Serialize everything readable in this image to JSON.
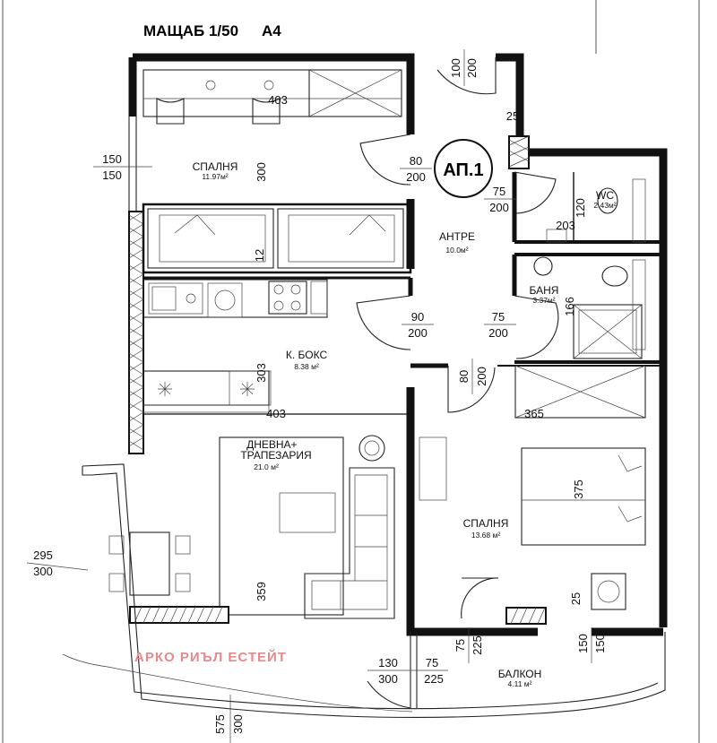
{
  "header": {
    "scale": "МАЩАБ 1/50",
    "sheet": "A4"
  },
  "apartment": {
    "label": "АП.1"
  },
  "rooms": {
    "bedroom1": {
      "name": "СПАЛНЯ",
      "area": "11.97м²"
    },
    "hall": {
      "name": "АНТРЕ",
      "area": "10.0м²"
    },
    "wc": {
      "name": "WC",
      "area": "2.43м²"
    },
    "bath": {
      "name": "БАНЯ",
      "area": "3.37м²"
    },
    "kitchen": {
      "name": "К. БОКС",
      "area": "8.38 м²"
    },
    "living": {
      "name": "ДНЕВНА+\nТРАПЕЗАРИЯ",
      "area": "21.0 м²"
    },
    "bedroom2": {
      "name": "СПАЛНЯ",
      "area": "13.68 м²"
    },
    "balcony": {
      "name": "БАЛКОН",
      "area": "4.11 м²"
    }
  },
  "dimensions": {
    "bed1_width": "403",
    "bed1_height": "300",
    "bed1_wardrobe": "12",
    "win1_w": "150",
    "win1_h": "150",
    "entry_w": "100",
    "entry_h": "200",
    "wall_25": "25",
    "door_bed1_w": "80",
    "door_bed1_h": "200",
    "door_wc_w": "75",
    "door_wc_h": "200",
    "wc_120": "120",
    "wc_203": "203",
    "bath_166": "166",
    "door_bath_w": "75",
    "door_bath_h": "200",
    "door_kit_w": "90",
    "door_kit_h": "200",
    "kit_303": "303",
    "kit_403": "403",
    "door_bed2_w": "80",
    "door_bed2_h": "200",
    "bed2_365": "365",
    "bed2_375": "375",
    "bed2_25": "25",
    "living_359": "359",
    "win_liv_w": "295",
    "win_liv_h": "300",
    "bal_door_w": "75",
    "bal_door_h": "225",
    "bal_150a": "150",
    "bal_150b": "150",
    "bal_130": "130",
    "bal_300": "300",
    "bal_75": "75",
    "bal_225": "225",
    "bottom_575": "575",
    "bottom_300": "300"
  },
  "watermark": "АРКО РИЪЛ ЕСТЕЙТ"
}
